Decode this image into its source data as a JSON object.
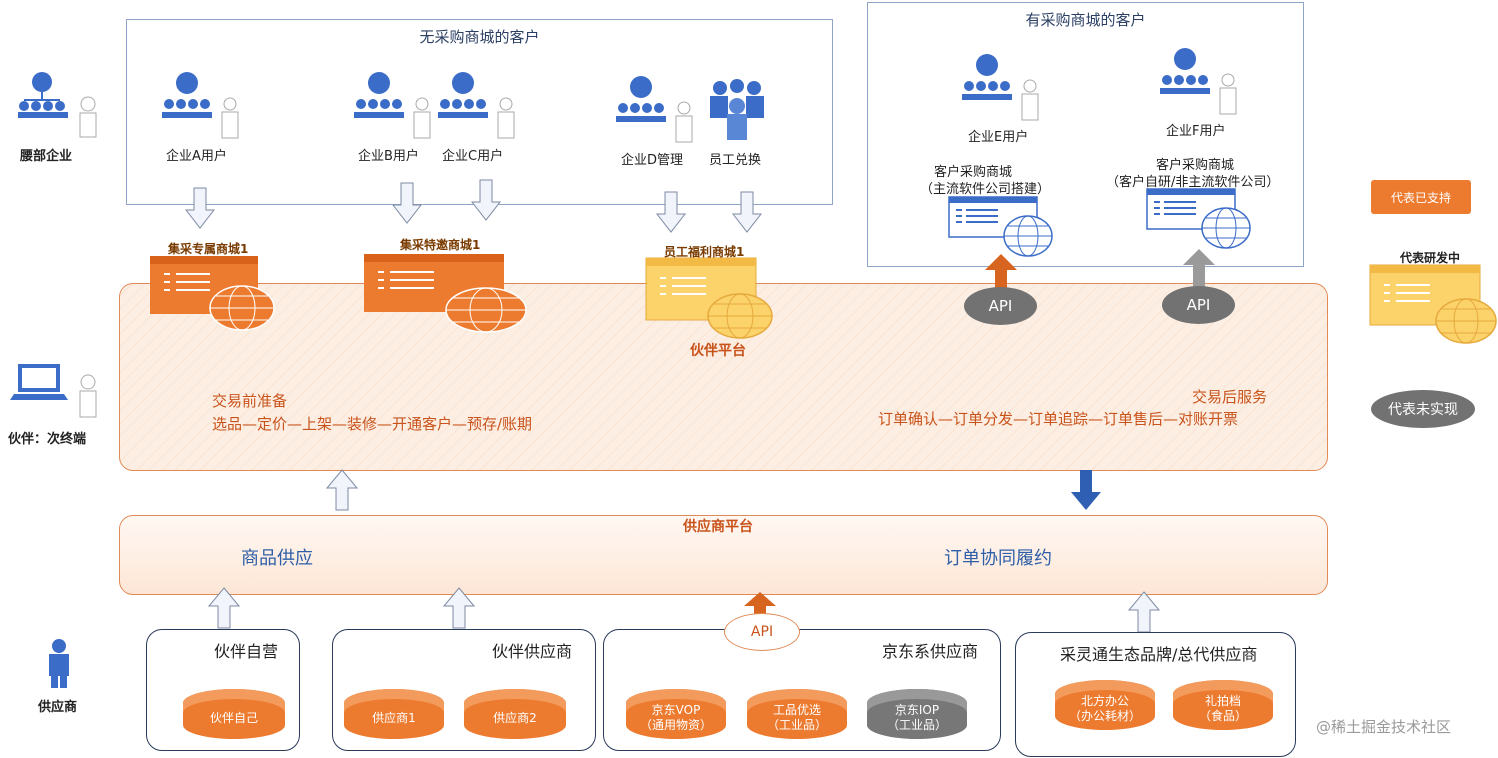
{
  "left_labels": {
    "enterprise": "腰部企业",
    "partner_terminal": "伙伴：次终端",
    "supplier": "供应商"
  },
  "top_left_group": {
    "title": "无采购商城的客户",
    "users": [
      "企业A用户",
      "企业B用户",
      "企业C用户",
      "企业D管理",
      "员工兑换"
    ]
  },
  "top_right_group": {
    "title": "有采购商城的客户",
    "users": [
      "企业E用户",
      "企业F用户"
    ],
    "malls": [
      {
        "line1": "客户采购商城",
        "line2": "（主流软件公司搭建）"
      },
      {
        "line1": "客户采购商城",
        "line2": "（客户自研/非主流软件公司）"
      }
    ],
    "api_label": "API"
  },
  "malls": [
    "集采专属商城1",
    "集采特邀商城1",
    "员工福利商城1"
  ],
  "partner_platform": {
    "title": "伙伴平台",
    "pre_title": "交易前准备",
    "pre_flow": "选品—定价—上架—装修—开通客户—预存/账期",
    "post_title": "交易后服务",
    "post_flow": "订单确认—订单分发—订单追踪—订单售后—对账开票"
  },
  "supplier_platform": {
    "title": "供应商平台",
    "left": "商品供应",
    "right": "订单协同履约"
  },
  "supplier_groups": [
    {
      "title": "伙伴自营",
      "items": [
        {
          "line1": "伙伴自己",
          "line2": ""
        }
      ]
    },
    {
      "title": "伙伴供应商",
      "items": [
        {
          "line1": "供应商1",
          "line2": ""
        },
        {
          "line1": "供应商2",
          "line2": ""
        }
      ]
    },
    {
      "title": "京东系供应商",
      "api": "API",
      "items": [
        {
          "line1": "京东VOP",
          "line2": "（通用物资）"
        },
        {
          "line1": "工品优选",
          "line2": "（工业品）"
        },
        {
          "line1": "京东IOP",
          "line2": "（工业品）"
        }
      ]
    },
    {
      "title": "采灵通生态品牌/总代供应商",
      "items": [
        {
          "line1": "北方办公",
          "line2": "（办公耗材）"
        },
        {
          "line1": "礼拍档",
          "line2": "（食品）"
        }
      ]
    }
  ],
  "legend": {
    "supported": "代表已支持",
    "developing": "代表研发中",
    "not_implemented": "代表未实现"
  },
  "watermark": "@稀土掘金技术社区",
  "colors": {
    "orange": "#ed7b2f",
    "yellow": "#fcd26a",
    "gray": "#777777",
    "blue_icon": "#3b6cc8",
    "dark_blue_arrow": "#2f5fb3"
  }
}
